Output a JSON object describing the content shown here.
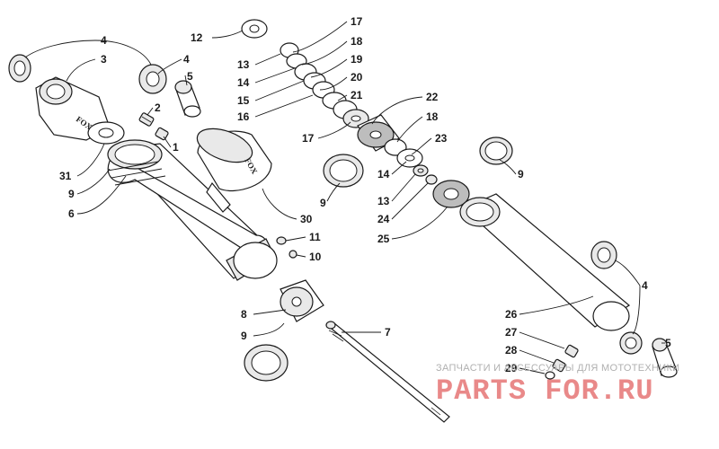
{
  "diagram": {
    "callouts": {
      "c4a": "4",
      "c3": "3",
      "c4b": "4",
      "c5a": "5",
      "c2": "2",
      "c1": "1",
      "c31": "31",
      "c9a": "9",
      "c6": "6",
      "c30": "30",
      "c11": "11",
      "c10": "10",
      "c8": "8",
      "c9b": "9",
      "c7": "7",
      "c12": "12",
      "c13a": "13",
      "c14a": "14",
      "c15": "15",
      "c16": "16",
      "c17a": "17",
      "c18a": "18",
      "c19": "19",
      "c20": "20",
      "c21": "21",
      "c22": "22",
      "c18b": "18",
      "c17b": "17",
      "c23": "23",
      "c9c": "9",
      "c14b": "14",
      "c13b": "13",
      "c24": "24",
      "c25": "25",
      "c9d": "9",
      "c4c": "4",
      "c26": "26",
      "c27": "27",
      "c28": "28",
      "c29": "29",
      "c5b": "5"
    },
    "brand_marks": [
      "FOX",
      "FOX"
    ]
  },
  "watermark": {
    "tagline": "ЗАПЧАСТИ И АКСЕССУАРЫ ДЛЯ МОТОТЕХНИКИ",
    "logo": "PARTS FOR.RU"
  }
}
